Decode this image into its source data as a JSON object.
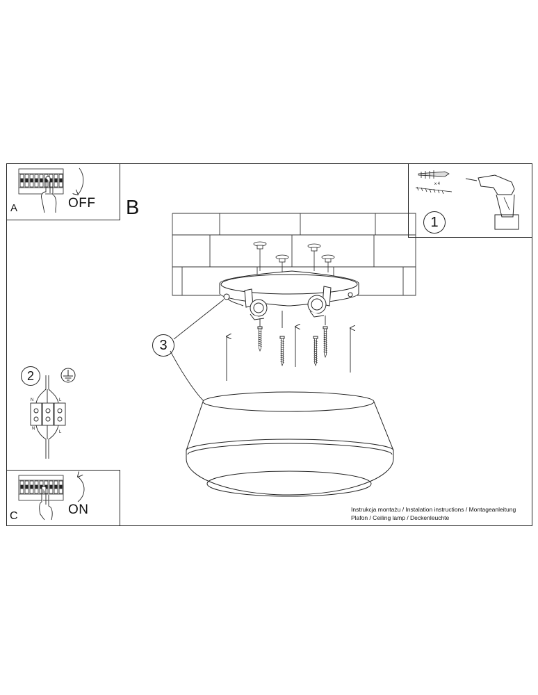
{
  "panels": {
    "a": {
      "letter": "A",
      "switch_label": "OFF"
    },
    "b": {
      "letter": "B"
    },
    "c": {
      "letter": "C",
      "switch_label": "ON"
    }
  },
  "steps": {
    "one": "1",
    "two": "2",
    "three": "3"
  },
  "hardware": {
    "quantity": "x 4"
  },
  "wiring": {
    "neutral": "N",
    "live": "L"
  },
  "caption": {
    "line1": "Instrukcja montażu / Instalation instructions / Montageanleitung",
    "line2": "Plafon / Ceiling lamp / Deckenleuchte"
  },
  "icons": [
    "breaker-panel-icon",
    "hand-icon",
    "rotate-arrow-icon",
    "wall-plug-icon",
    "screw-icon",
    "drill-icon",
    "earth-ground-icon",
    "terminal-block-icon"
  ],
  "colors": {
    "line": "#222222",
    "background": "#ffffff"
  }
}
